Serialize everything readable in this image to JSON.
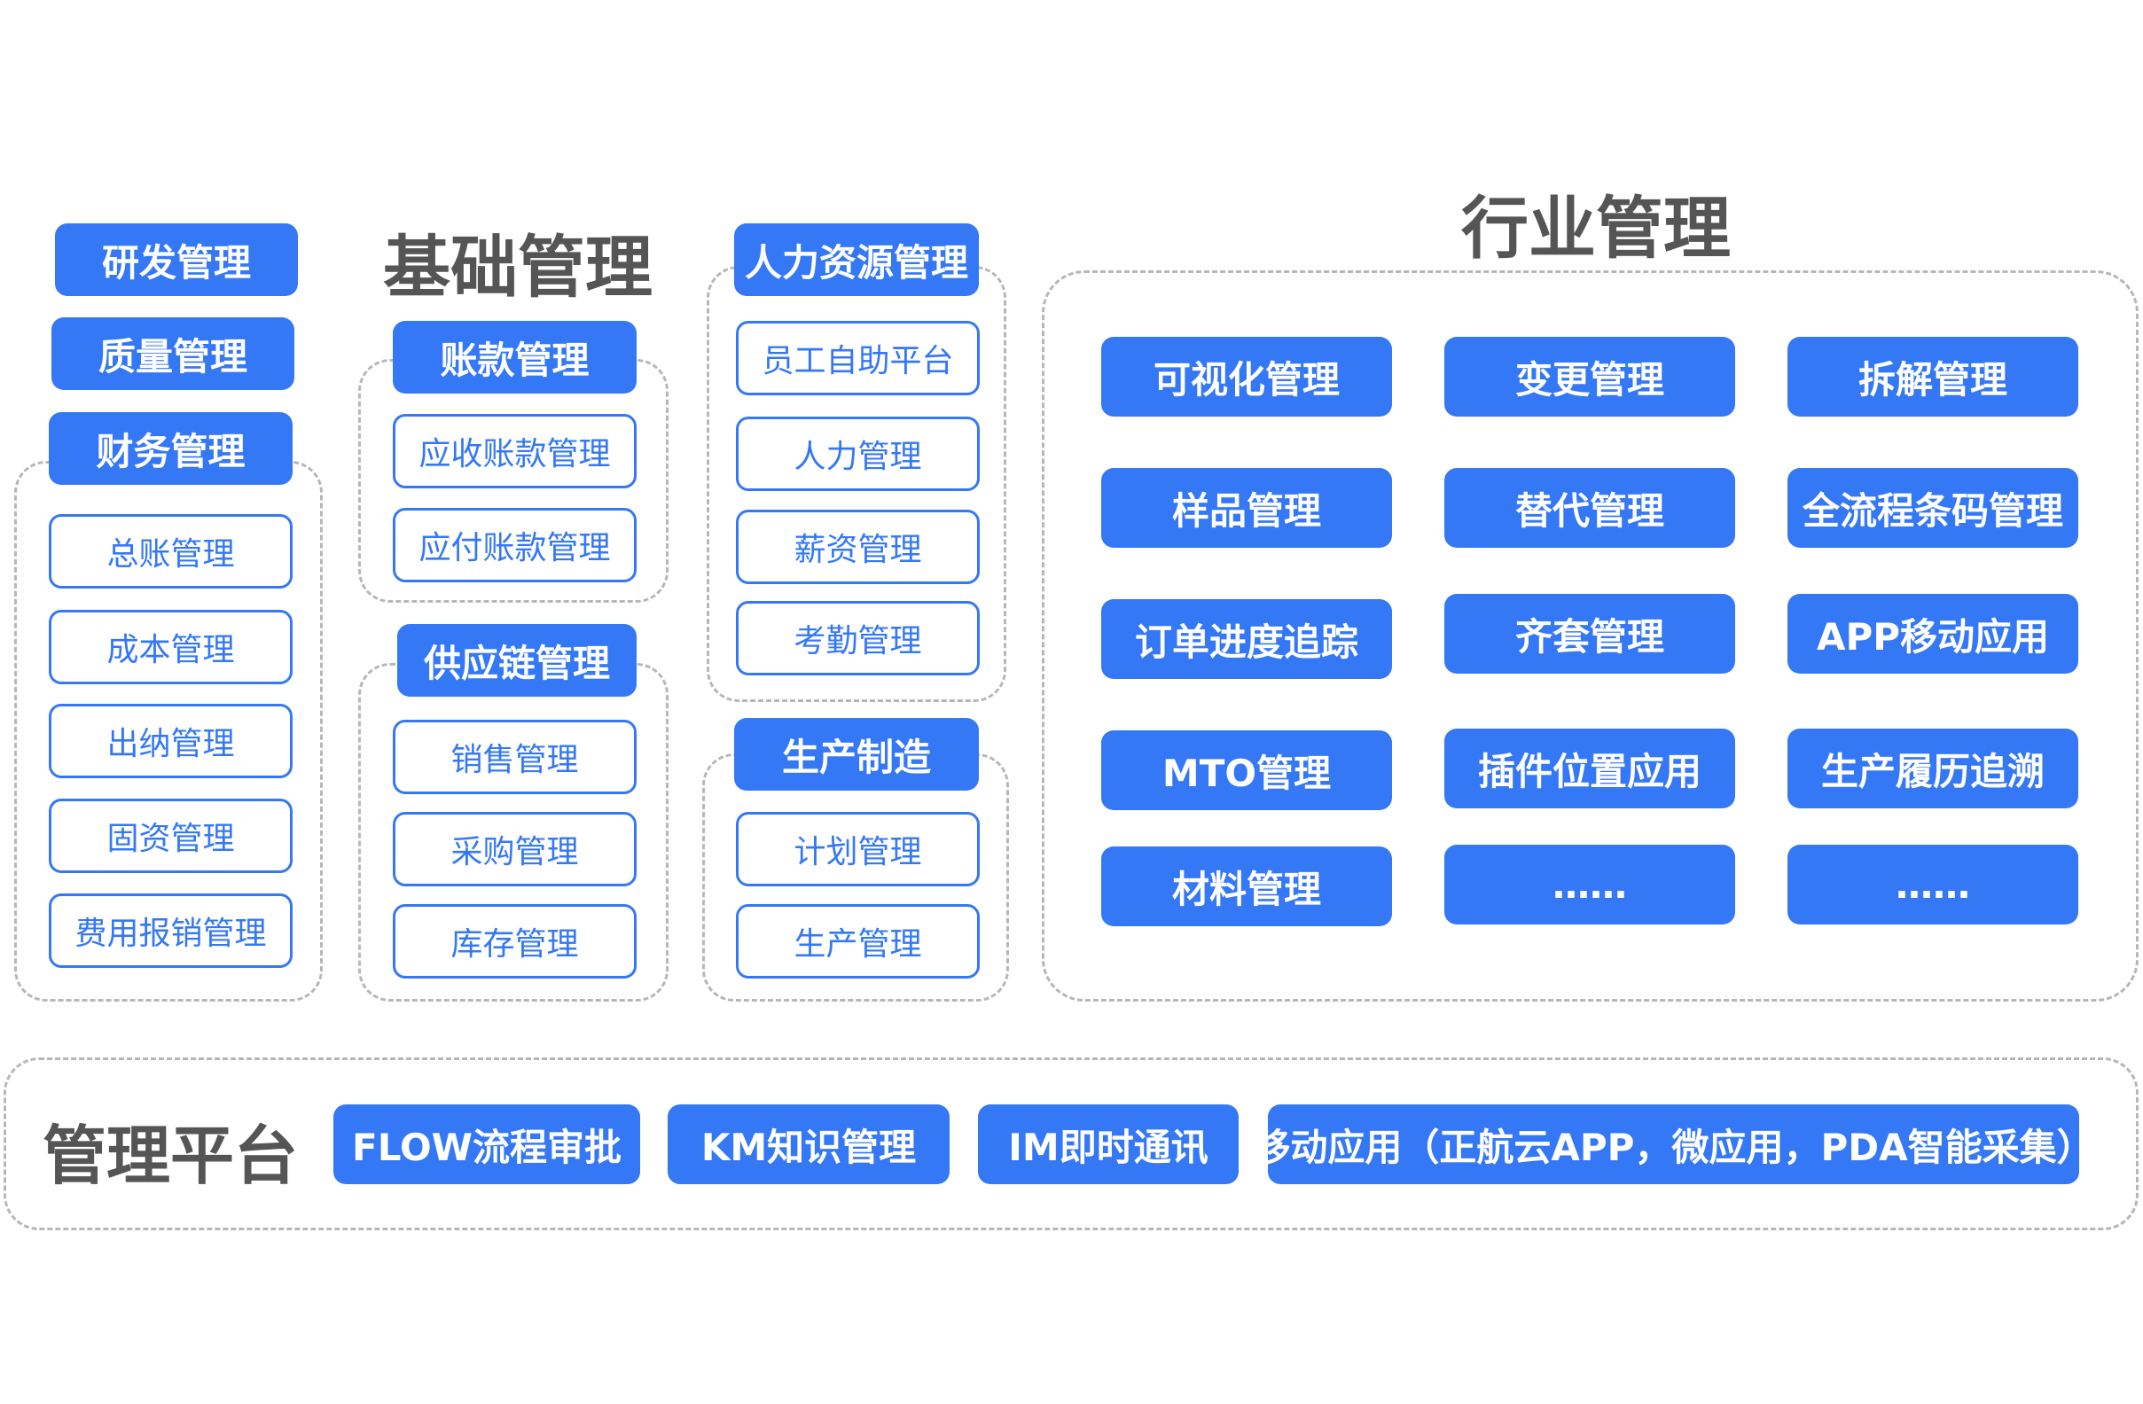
{
  "colors": {
    "primary": "#3478f6",
    "heading": "#555555",
    "dashed_border": "#b7b7b7",
    "background": "#ffffff"
  },
  "headings": {
    "basic": "基础管理",
    "industry": "行业管理",
    "platform": "管理平台"
  },
  "col1": {
    "top": [
      "研发管理",
      "质量管理"
    ],
    "finance": {
      "title": "财务管理",
      "items": [
        "总账管理",
        "成本管理",
        "出纳管理",
        "固资管理",
        "费用报销管理"
      ]
    }
  },
  "col2": {
    "accounts": {
      "title": "账款管理",
      "items": [
        "应收账款管理",
        "应付账款管理"
      ]
    },
    "supply": {
      "title": "供应链管理",
      "items": [
        "销售管理",
        "采购管理",
        "库存管理"
      ]
    }
  },
  "col3": {
    "hr": {
      "title": "人力资源管理",
      "items": [
        "员工自助平台",
        "人力管理",
        "薪资管理",
        "考勤管理"
      ]
    },
    "production": {
      "title": "生产制造",
      "items": [
        "计划管理",
        "生产管理"
      ]
    }
  },
  "industry": {
    "rows": [
      [
        "可视化管理",
        "变更管理",
        "拆解管理"
      ],
      [
        "样品管理",
        "替代管理",
        "全流程条码管理"
      ],
      [
        "订单进度追踪",
        "齐套管理",
        "APP移动应用"
      ],
      [
        "MTO管理",
        "插件位置应用",
        "生产履历追溯"
      ],
      [
        "材料管理",
        "……",
        "……"
      ]
    ]
  },
  "platform": {
    "items": [
      "FLOW流程审批",
      "KM知识管理",
      "IM即时通讯",
      "移动应用（正航云APP，微应用，PDA智能采集）"
    ]
  }
}
